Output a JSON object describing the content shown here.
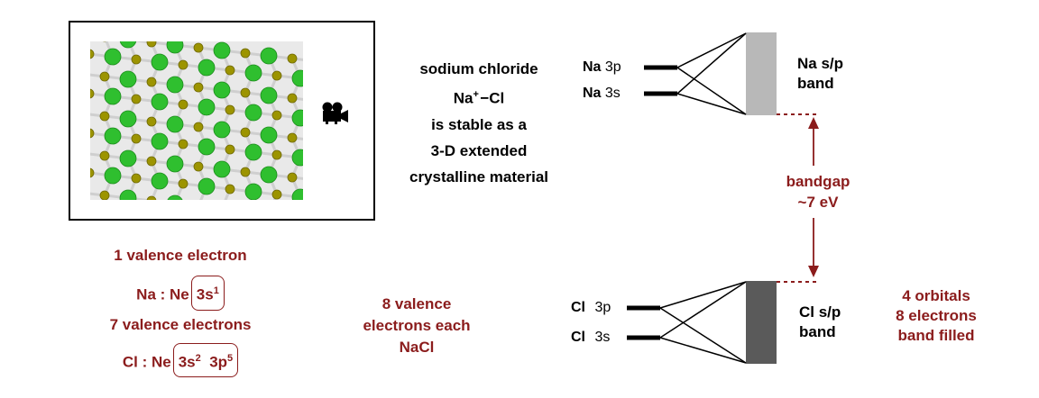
{
  "crystal": {
    "description_lines": [
      "sodium chloride",
      "Na",
      "+",
      "−Cl",
      "is stable as a",
      "3-D extended",
      "crystalline material"
    ],
    "camera_icon": "movie-camera-icon",
    "colors": {
      "chloride": "#2fbf2f",
      "sodium": "#9c9400",
      "bond": "#cfcfcf"
    }
  },
  "valence": {
    "na_title": "1 valence electron",
    "na_element": "Na",
    "na_core": ": Ne",
    "na_config_main": "3s",
    "na_config_sup": "1",
    "cl_title": "7 valence electrons",
    "cl_element": "Cl",
    "cl_core": ": Ne",
    "cl_config_a": "3s",
    "cl_config_a_sup": "2",
    "cl_config_b": "3p",
    "cl_config_b_sup": "5",
    "each_lines": [
      "8 valence",
      "electrons each",
      "NaCl"
    ]
  },
  "band_diagram": {
    "na_levels": [
      {
        "element": "Na",
        "orbital": "3p"
      },
      {
        "element": "Na",
        "orbital": "3s"
      }
    ],
    "cl_levels": [
      {
        "element": "Cl",
        "orbital": "3p"
      },
      {
        "element": "Cl",
        "orbital": "3s"
      }
    ],
    "na_band_label": [
      "Na s/p",
      "band"
    ],
    "cl_band_label": [
      "Cl s/p",
      "band"
    ],
    "bandgap_label": [
      "bandgap",
      "~7 eV"
    ],
    "cl_fill_label": [
      "4 orbitals",
      "8 electrons",
      "band filled"
    ],
    "colors": {
      "accent": "#8b1c1c",
      "na_band": "#b8b8b8",
      "cl_band": "#5a5a5a"
    }
  }
}
